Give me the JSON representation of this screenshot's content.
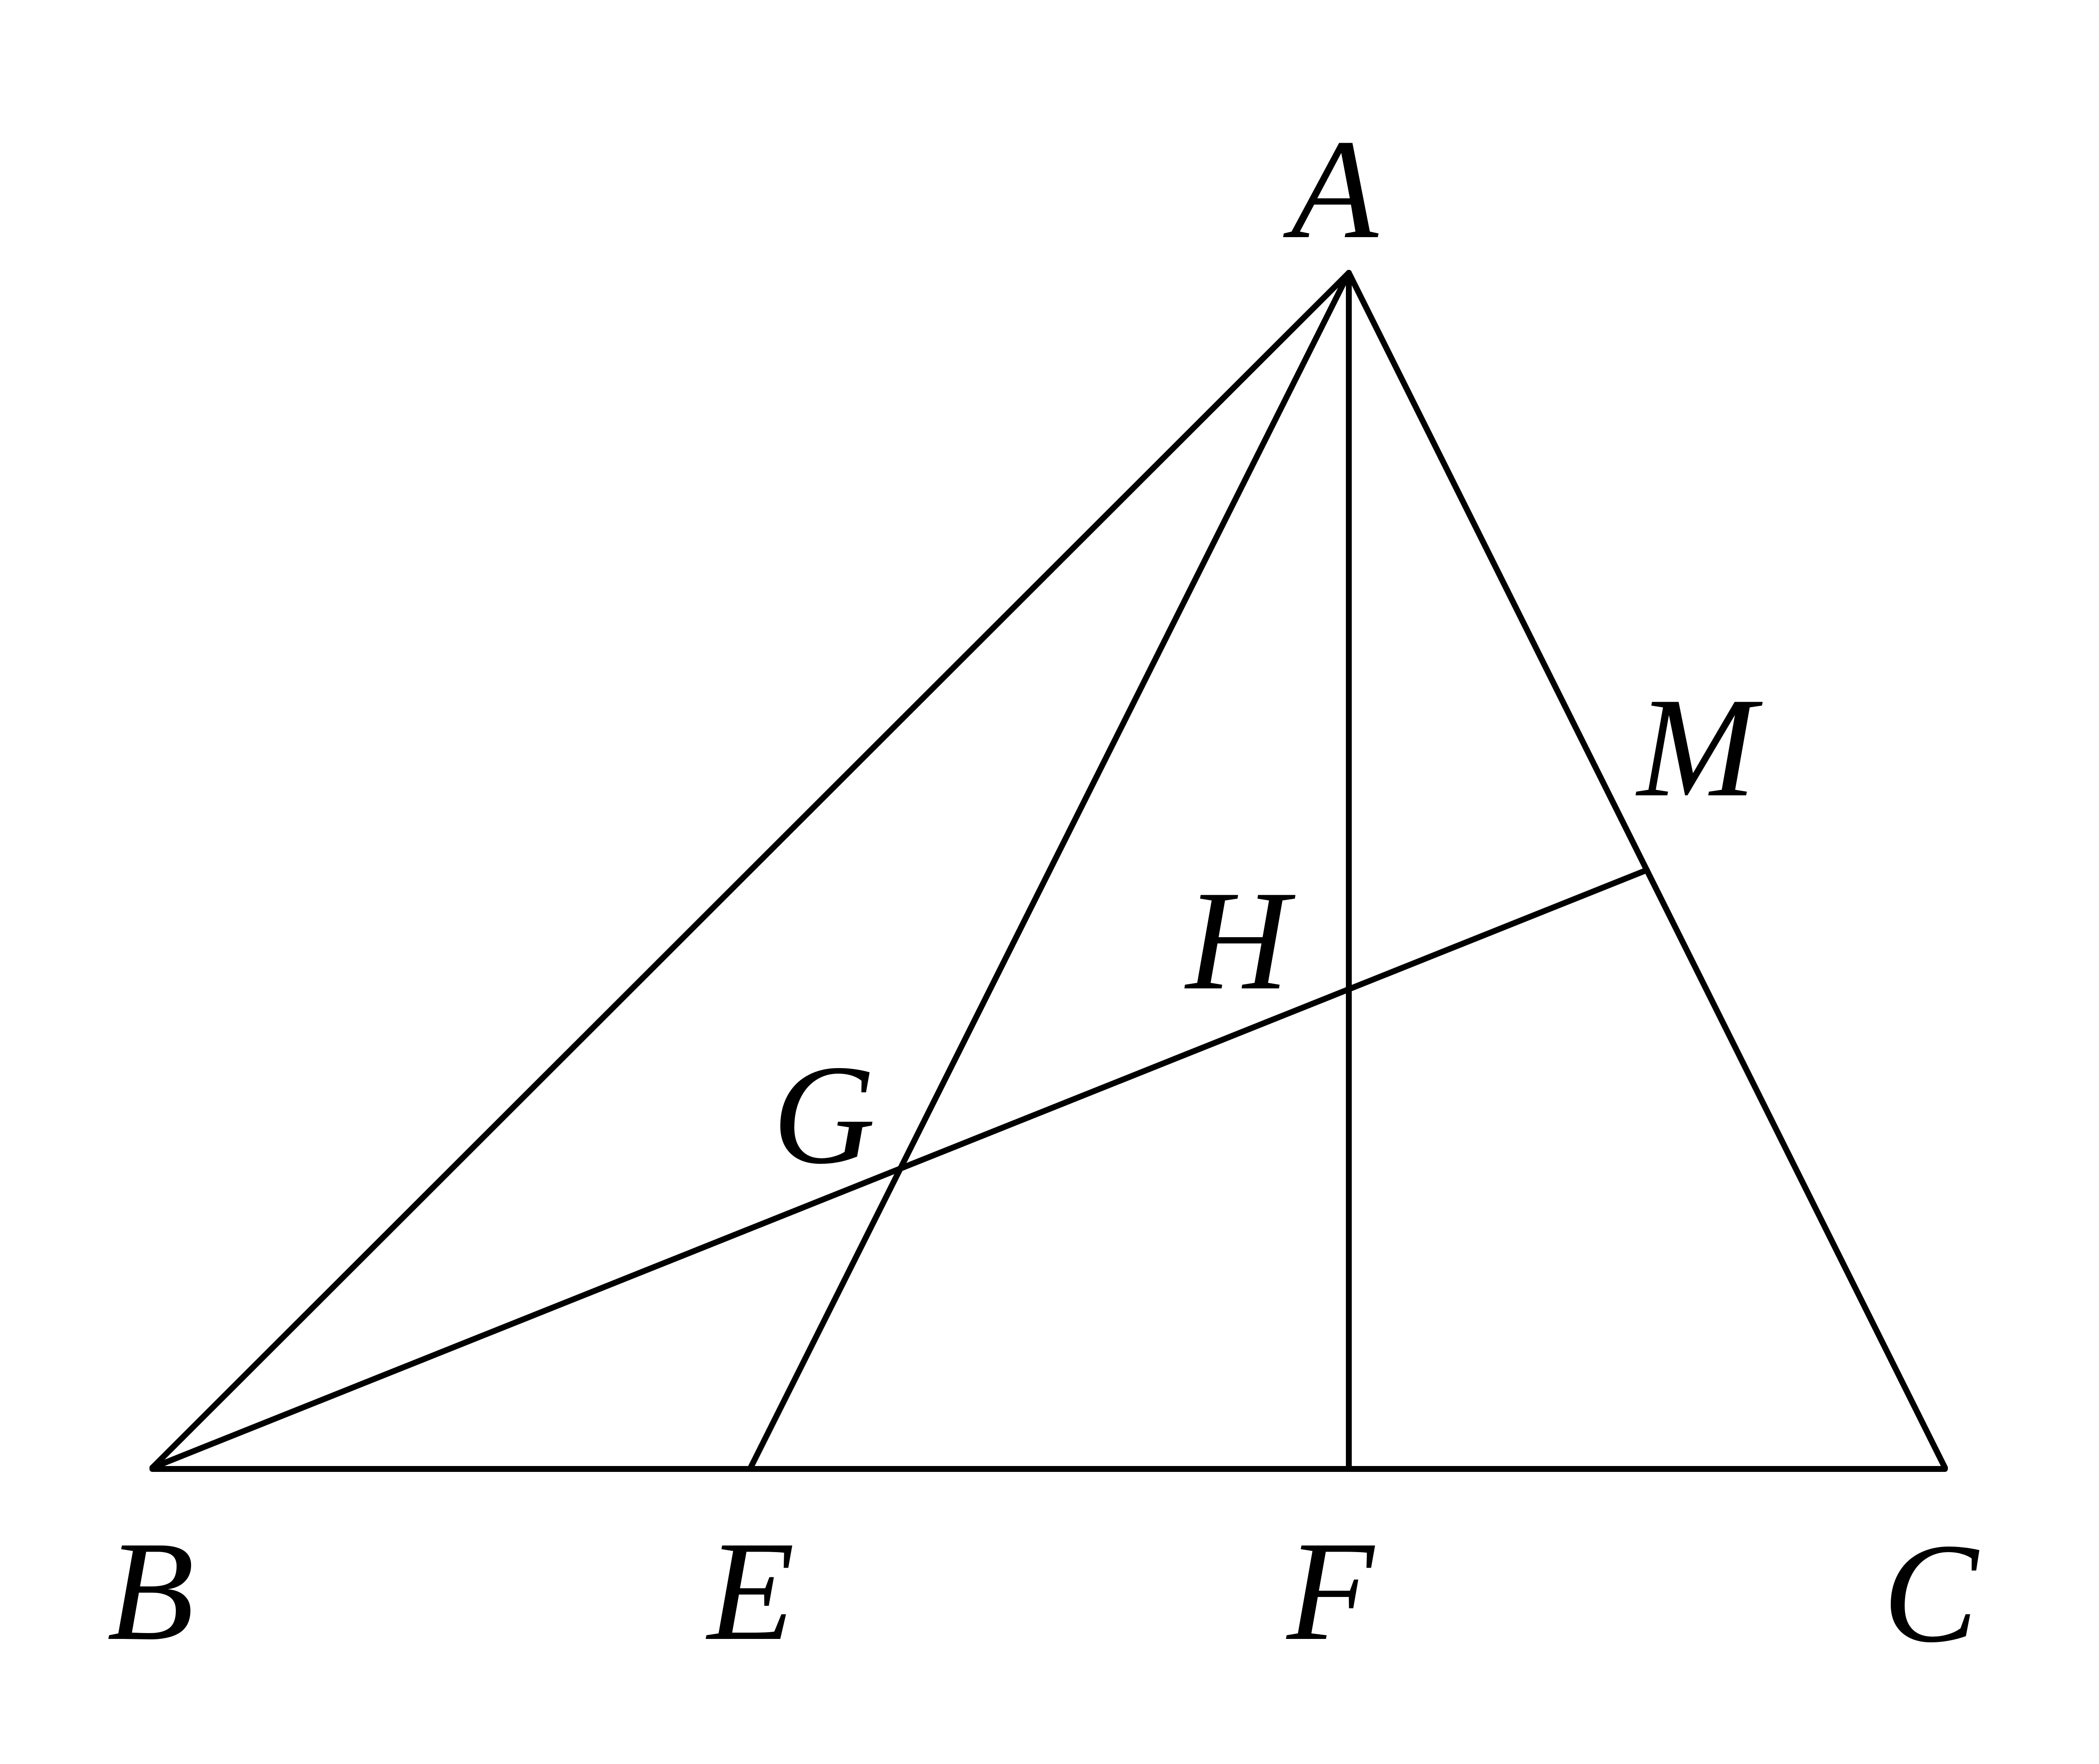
{
  "diagram": {
    "labels": {
      "A": "A",
      "B": "B",
      "C": "C",
      "E": "E",
      "F": "F",
      "G": "G",
      "H": "H",
      "M": "M"
    },
    "colors": {
      "stroke": "#000000",
      "background": "#ffffff"
    }
  }
}
